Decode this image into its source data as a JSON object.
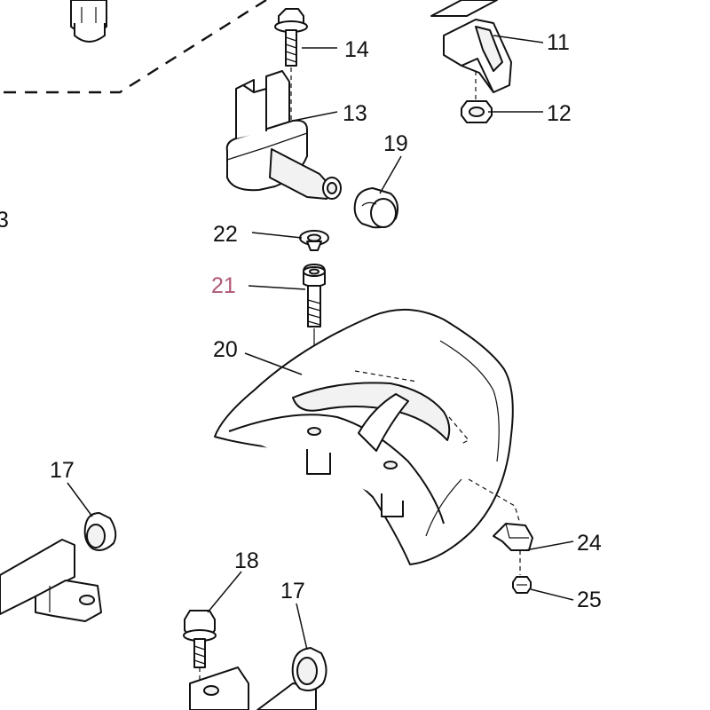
{
  "diagram": {
    "callouts": {
      "c11": "11",
      "c12": "12",
      "c13": "13",
      "c14": "14",
      "c17a": "17",
      "c17b": "17",
      "c18": "18",
      "c19": "19",
      "c20": "20",
      "c21": "21",
      "c22": "22",
      "c24": "24",
      "c25": "25",
      "edge_fragment": "3"
    },
    "highlight_color": "#b05878",
    "line_color": "#111111"
  }
}
